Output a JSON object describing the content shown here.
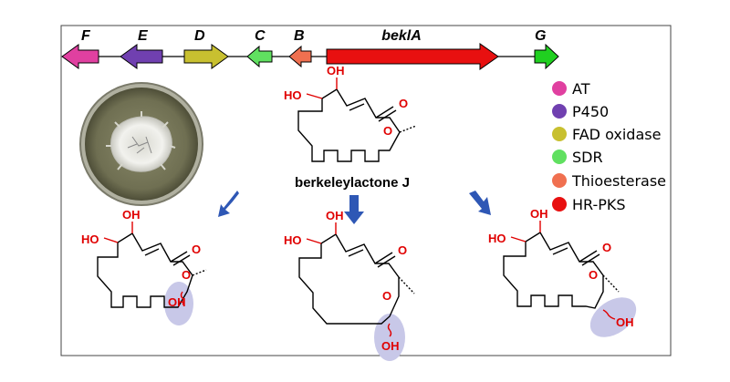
{
  "genes": [
    {
      "label": "F",
      "color": "#e040a0"
    },
    {
      "label": "E",
      "color": "#7040b0"
    },
    {
      "label": "D",
      "color": "#c8c030"
    },
    {
      "label": "C",
      "color": "#60e060"
    },
    {
      "label": "B",
      "color": "#f07050"
    },
    {
      "label": "beklA",
      "color": "#e81010"
    },
    {
      "label": "G",
      "color": "#20d020"
    }
  ],
  "legend": [
    {
      "label": "AT",
      "color": "#e040a0"
    },
    {
      "label": "P450",
      "color": "#7040b0"
    },
    {
      "label": "FAD oxidase",
      "color": "#c8c030"
    },
    {
      "label": "SDR",
      "color": "#60e060"
    },
    {
      "label": "Thioesterase",
      "color": "#f07050"
    },
    {
      "label": "HR-PKS",
      "color": "#e81010"
    }
  ],
  "compound_name": "berkeleylactone J",
  "atoms": {
    "oh": "OH",
    "ho": "HO",
    "o": "O"
  },
  "colors": {
    "arrow_blue": "#2e57b5",
    "highlight": "#c8c8e8"
  }
}
